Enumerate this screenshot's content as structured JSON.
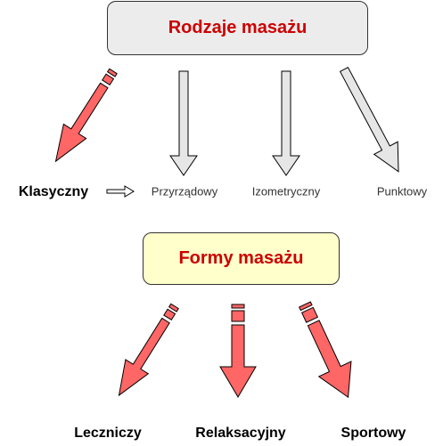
{
  "diagram": {
    "top_title": "Rodzaje masażu",
    "mid_title": "Formy masażu",
    "types": [
      "Klasyczny",
      "Przyrządowy",
      "Izometryczny",
      "Punktowy"
    ],
    "forms": [
      "Leczniczy",
      "Relaksacyjny",
      "Sportowy"
    ]
  },
  "colors": {
    "accent_red": "#cc0000",
    "arrow_red": "#ff6666",
    "arrow_gray": "#e6e6e6",
    "top_box_fill": "#ececec",
    "mid_box_fill": "#ffffcc"
  }
}
